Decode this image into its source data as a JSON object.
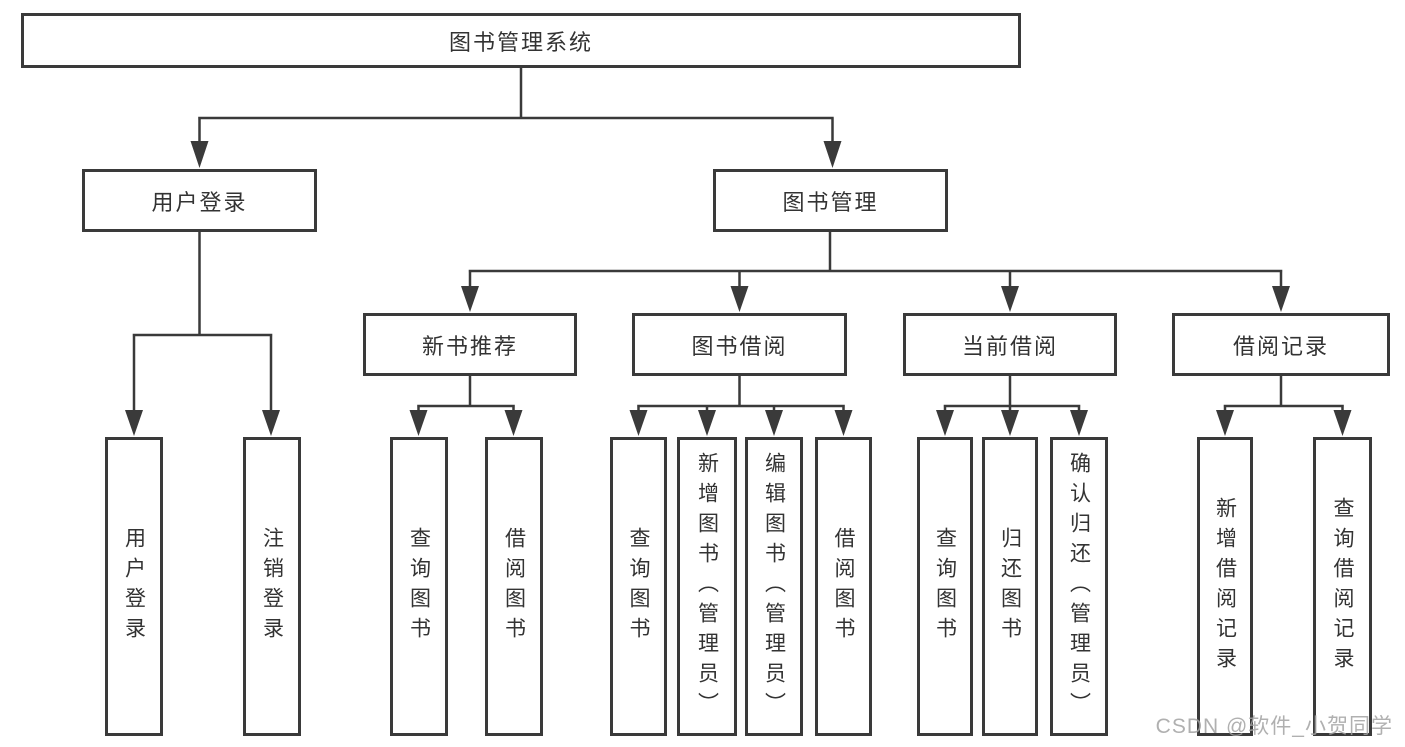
{
  "colors": {
    "line": "#3a3a3a",
    "box_border": "#3a3a3a",
    "text": "#333333",
    "background": "#ffffff",
    "watermark": "#a2a2a2"
  },
  "watermark": {
    "text": "CSDN @软件_小贺同学"
  },
  "tree": {
    "root": {
      "label": "图书管理系统"
    },
    "nodes": [
      {
        "label": "用户登录",
        "children": [
          {
            "label": "用户登录"
          },
          {
            "label": "注销登录"
          }
        ]
      },
      {
        "label": "图书管理",
        "children": [
          {
            "label": "新书推荐",
            "children": [
              {
                "label": "查询图书"
              },
              {
                "label": "借阅图书"
              }
            ]
          },
          {
            "label": "图书借阅",
            "children": [
              {
                "label": "查询图书"
              },
              {
                "label": "新增图书（管理员）"
              },
              {
                "label": "编辑图书（管理员）"
              },
              {
                "label": "借阅图书"
              }
            ]
          },
          {
            "label": "当前借阅",
            "children": [
              {
                "label": "查询图书"
              },
              {
                "label": "归还图书"
              },
              {
                "label": "确认归还（管理员）"
              }
            ]
          },
          {
            "label": "借阅记录",
            "children": [
              {
                "label": "新增借阅记录"
              },
              {
                "label": "查询借阅记录"
              }
            ]
          }
        ]
      }
    ]
  }
}
